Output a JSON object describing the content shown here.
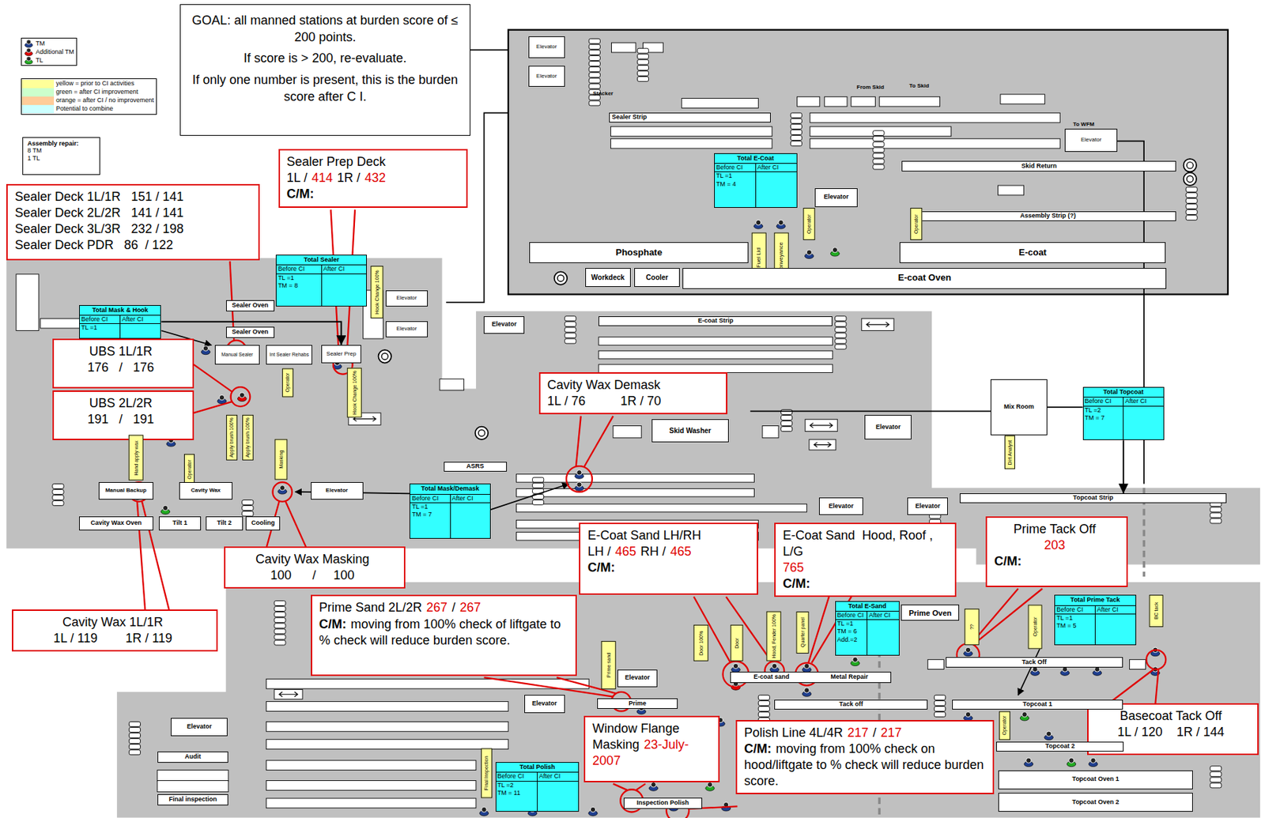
{
  "diagram": {
    "nodes": [
      {
        "text": [
          "GOAL: all manned stations at burden score of ≤ 200 points.",
          "If score is > 200, re-evaluate.",
          "If only one number is present, this is the burden score after C I."
        ]
      },
      {
        "text": [
          "Assembly repair:",
          "8  TM",
          "1  TL"
        ]
      },
      {
        "text": [
          "Sealer Prep Deck",
          "1L /",
          "414",
          "1R /",
          "432",
          "C/M:"
        ]
      },
      {
        "text": [
          "Sealer Deck 1L/1R   151 / 141",
          "Sealer Deck 2L/2R   141 / 141",
          "Sealer Deck 3L/3R   232 / 198",
          "Sealer Deck PDR   86  / 122"
        ]
      },
      {
        "text": [
          "Total E-Coat",
          "Before CI",
          "After CI",
          "TL =1",
          "TM = 4"
        ]
      },
      {
        "text": [
          "Total Sealer",
          "Before CI",
          "After CI",
          "TL =1",
          "TM = 8"
        ]
      },
      {
        "text": [
          "Total Mask & Hook",
          "Before CI",
          "After CI",
          "TL =1"
        ]
      },
      {
        "text": [
          "UBS 1L/1R",
          "176   /   176"
        ]
      },
      {
        "text": [
          "UBS 2L/2R",
          "191   /   191"
        ]
      },
      {
        "text": [
          "Cavity Wax Demask",
          "1L / 76          1R / 70"
        ]
      },
      {
        "text": [
          "Total Mask/Demask",
          "Before CI",
          "After CI",
          "TL =1",
          "TM = 7"
        ]
      },
      {
        "text": [
          "Total Topcoat",
          "Before CI",
          "After CI",
          "TL =2",
          "TM = 7"
        ]
      },
      {
        "text": [
          "E-Coat Sand LH/RH",
          "LH /",
          "465",
          "RH /",
          "465",
          "C/M:"
        ]
      },
      {
        "text": [
          "E-Coat Sand  Hood, Roof , L/G",
          "765",
          "C/M:"
        ]
      },
      {
        "text": [
          "Prime Tack Off",
          "203",
          "C/M:"
        ]
      },
      {
        "text": [
          "Cavity Wax Masking",
          "100      /     100"
        ]
      },
      {
        "text": [
          "Cavity Wax 1L/1R",
          "1L / 119        1R / 119"
        ]
      },
      {
        "text": [
          "Prime Sand 2L/2R",
          "267",
          "/",
          "267",
          "C/M:",
          "moving from 100% check of liftgate to % check will reduce burden score."
        ]
      },
      {
        "text": [
          "Total E-Sand",
          "Before CI",
          "After CI",
          "TL =1",
          "TM = 6",
          "Add.=2"
        ]
      },
      {
        "text": [
          "Total Prime Tack",
          "Before CI",
          "After CI",
          "TL =1",
          "TM = 5"
        ]
      },
      {
        "text": [
          "Basecoat Tack Off",
          "1L / 120    1R / 144"
        ]
      },
      {
        "text": [
          "Window Flange Masking",
          "23-July-2007"
        ]
      },
      {
        "text": [
          "Polish Line 4L/4R",
          "217",
          "/",
          "217",
          "C/M:",
          "moving from 100% check on hood/liftgate to % check will reduce burden score."
        ]
      },
      {
        "text": [
          "Total Polish",
          "Before CI",
          "After CI",
          "TL =2",
          "TM = 11"
        ]
      },
      {
        "text": [
          "Elevator"
        ]
      },
      {
        "text": [
          "Elevator"
        ]
      },
      {
        "text": [
          "Sealer Strip"
        ]
      },
      {
        "text": [
          "Elevator"
        ]
      },
      {
        "text": [
          "Skid Return"
        ]
      },
      {
        "text": [
          "Elevator"
        ]
      },
      {
        "text": [
          "Assembly Strip (?)"
        ]
      },
      {
        "text": [
          "Operator"
        ]
      },
      {
        "text": [
          "Operator"
        ]
      },
      {
        "text": [
          "Phosphate"
        ]
      },
      {
        "text": [
          "Fuel Lid"
        ]
      },
      {
        "text": [
          "Conveyance"
        ]
      },
      {
        "text": [
          "E-coat"
        ]
      },
      {
        "text": [
          "Workdeck"
        ]
      },
      {
        "text": [
          "Cooler"
        ]
      },
      {
        "text": [
          "E-coat Oven"
        ]
      },
      {
        "text": [
          "Elevator"
        ]
      },
      {
        "text": [
          "E-coat Strip"
        ]
      },
      {
        "text": [
          "Sealer Oven"
        ]
      },
      {
        "text": [
          "Sealer Oven"
        ]
      },
      {
        "text": [
          "Hook Change 100%"
        ]
      },
      {
        "text": [
          "Elevator"
        ]
      },
      {
        "text": [
          "Elevator"
        ]
      },
      {
        "text": [
          "Manual Sealer"
        ]
      },
      {
        "text": [
          "Int Sealer Rehabs"
        ]
      },
      {
        "text": [
          "Sealer Prep"
        ]
      },
      {
        "text": [
          "Operator"
        ]
      },
      {
        "text": [
          "Hook Change 100%"
        ]
      },
      {
        "text": [
          "Mix Room"
        ]
      },
      {
        "text": [
          "Skid Washer"
        ]
      },
      {
        "text": [
          "Elevator"
        ]
      },
      {
        "text": [
          "Dirt Analyst"
        ]
      },
      {
        "text": [
          "Apply brush 100%"
        ]
      },
      {
        "text": [
          "Apply brush 100%"
        ]
      },
      {
        "text": [
          "Hand apply wax"
        ]
      },
      {
        "text": [
          "Operator"
        ]
      },
      {
        "text": [
          "Masking"
        ]
      },
      {
        "text": [
          "ASRS"
        ]
      },
      {
        "text": [
          "Manual Backup"
        ]
      },
      {
        "text": [
          "Cavity Wax"
        ]
      },
      {
        "text": [
          "Elevator"
        ]
      },
      {
        "text": [
          "Topcoat Strip"
        ]
      },
      {
        "text": [
          "Elevator"
        ]
      },
      {
        "text": [
          "Elevator"
        ]
      },
      {
        "text": [
          "Cavity Wax Oven"
        ]
      },
      {
        "text": [
          "Tilt 1"
        ]
      },
      {
        "text": [
          "Tilt 2"
        ]
      },
      {
        "text": [
          "Cooling"
        ]
      },
      {
        "text": [
          "BC tack"
        ]
      },
      {
        "text": [
          "Door 100%"
        ]
      },
      {
        "text": [
          "Door"
        ]
      },
      {
        "text": [
          "Hood, Fender 100%"
        ]
      },
      {
        "text": [
          "Quarter panel"
        ]
      },
      {
        "text": [
          "Prime Oven"
        ]
      },
      {
        "text": [
          "??"
        ]
      },
      {
        "text": [
          "Operator"
        ]
      },
      {
        "text": [
          "Prime sand"
        ]
      },
      {
        "text": [
          "Elevator"
        ]
      },
      {
        "text": [
          "E-coat sand",
          "Metal Repair"
        ]
      },
      {
        "text": [
          "Tack Off"
        ]
      },
      {
        "text": [
          "Elevator"
        ]
      },
      {
        "text": [
          "Prime"
        ]
      },
      {
        "text": [
          "Tack off"
        ]
      },
      {
        "text": [
          "Topcoat 1"
        ]
      },
      {
        "text": [
          "Operator"
        ]
      },
      {
        "text": [
          "Elevator"
        ]
      },
      {
        "text": [
          "Topcoat 2"
        ]
      },
      {
        "text": [
          "Audit"
        ]
      },
      {
        "text": [
          "Final Inspection"
        ]
      },
      {
        "text": [
          "Topcoat Oven 1"
        ]
      },
      {
        "text": [
          "Topcoat Oven 2"
        ]
      },
      {
        "text": [
          "Final inspection"
        ]
      },
      {
        "text": [
          "Inspection Polish"
        ]
      }
    ],
    "edges": [
      {
        "from": 6,
        "to": 49,
        "arrow": "to"
      },
      {
        "from": 11,
        "to": 65,
        "arrow": "to"
      }
    ],
    "labels": [
      "Stacker",
      "From Skid",
      "To Skid",
      "To WFM"
    ],
    "legend": [
      {
        "text": "TM"
      },
      {
        "text": "Additional TM"
      },
      {
        "text": "TL"
      },
      {
        "text": "yellow = prior to CI activities",
        "color": "#ffff99"
      },
      {
        "text": "green = after CI improvement",
        "color": "#ccffcc"
      },
      {
        "text": "orange = after CI / no improvement",
        "color": "#ffcc99"
      },
      {
        "text": "Potential to combine",
        "color": "#ccffff"
      }
    ]
  }
}
